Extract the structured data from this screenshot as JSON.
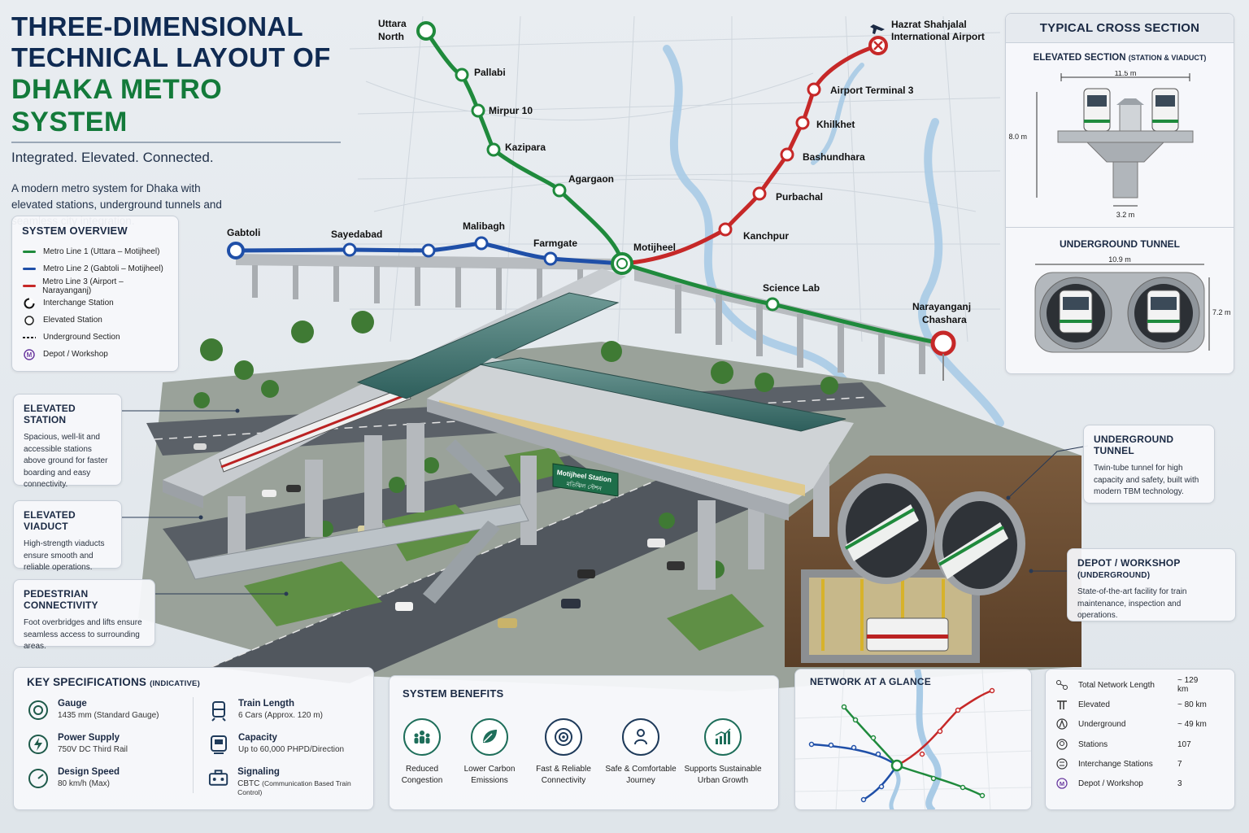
{
  "title": {
    "line1": "THREE-DIMENSIONAL",
    "line2": "TECHNICAL LAYOUT OF",
    "line3": "DHAKA METRO SYSTEM",
    "tagline": "Integrated. Elevated. Connected.",
    "description": "A modern metro system for Dhaka with elevated stations, underground tunnels and seamless city integration."
  },
  "stations": {
    "uttara": "Uttara",
    "uttara2": "North",
    "pallabi": "Pallabi",
    "mirpur10": "Mirpur 10",
    "kazipara": "Kazipara",
    "agargaon": "Agargaon",
    "gabtoli": "Gabtoli",
    "sayedabad": "Sayedabad",
    "malibagh": "Malibagh",
    "farmgate": "Farmgate",
    "motijheel": "Motijheel",
    "airport1": "Hazrat Shahjalal",
    "airport2": "International Airport",
    "terminal3": "Airport Terminal 3",
    "khilkhet": "Khilkhet",
    "bashundhara": "Bashundhara",
    "purbachal": "Purbachal",
    "kanchpur": "Kanchpur",
    "sciencelab": "Science Lab",
    "narayanganj1": "Narayanganj",
    "narayanganj2": "Chashara"
  },
  "station_sign": {
    "line1": "Motijheel Station",
    "line2": "মতিঝিল স্টেশন"
  },
  "system_overview": {
    "title": "SYSTEM OVERVIEW",
    "items": [
      {
        "label": "Metro Line 1 (Uttara – Motijheel)",
        "color": "#1f8a3c"
      },
      {
        "label": "Metro Line 2 (Gabtoli – Motijheel)",
        "color": "#1f4fa8"
      },
      {
        "label": "Metro Line 3 (Airport – Narayanganj)",
        "color": "#c62828"
      },
      {
        "label": "Interchange Station"
      },
      {
        "label": "Elevated Station"
      },
      {
        "label": "Underground Section"
      },
      {
        "label": "Depot / Workshop"
      }
    ]
  },
  "callouts": {
    "elevated_station": {
      "title": "ELEVATED STATION",
      "text": "Spacious, well-lit and accessible stations above ground for faster boarding and easy connectivity."
    },
    "elevated_viaduct": {
      "title": "ELEVATED VIADUCT",
      "text": "High-strength viaducts ensure smooth and reliable operations."
    },
    "pedestrian": {
      "title": "PEDESTRIAN CONNECTIVITY",
      "text": "Foot overbridges and lifts ensure seamless access to surrounding areas."
    },
    "underground_tunnel": {
      "title": "UNDERGROUND TUNNEL",
      "text": "Twin-tube tunnel for high capacity and safety, built with modern TBM technology."
    },
    "depot": {
      "title": "DEPOT / WORKSHOP",
      "title_note": "(UNDERGROUND)",
      "text": "State-of-the-art facility for train maintenance, inspection and operations."
    }
  },
  "cross_section": {
    "title": "TYPICAL CROSS SECTION",
    "elevated_title": "ELEVATED SECTION",
    "elevated_note": "(STATION & VIADUCT)",
    "elevated_width": "11.5 m",
    "elevated_height": "8.0 m",
    "elevated_pier": "3.2 m",
    "tunnel_title": "UNDERGROUND TUNNEL",
    "tunnel_width": "10.9 m",
    "tunnel_height": "7.2 m"
  },
  "key_specs": {
    "title": "KEY SPECIFICATIONS",
    "title_note": "(INDICATIVE)",
    "items": [
      {
        "label": "Gauge",
        "value": "1435 mm (Standard Gauge)",
        "icon": "gauge-icon"
      },
      {
        "label": "Power Supply",
        "value": "750V DC Third Rail",
        "icon": "lightning-icon"
      },
      {
        "label": "Design Speed",
        "value": "80 km/h (Max)",
        "icon": "speed-icon"
      },
      {
        "label": "Train Length",
        "value": "6 Cars (Approx.  120 m)",
        "icon": "train-icon"
      },
      {
        "label": "Capacity",
        "value": "Up to 60,000 PHPD/Direction",
        "icon": "capacity-icon"
      },
      {
        "label": "Signaling",
        "value": "CBTC",
        "value_note": "(Communication Based Train Control)",
        "icon": "signal-icon"
      }
    ]
  },
  "benefits": {
    "title": "SYSTEM BENEFITS",
    "items": [
      {
        "line1": "Reduced",
        "line2": "Congestion",
        "icon": "people-icon"
      },
      {
        "line1": "Lower Carbon",
        "line2": "Emissions",
        "icon": "leaf-icon"
      },
      {
        "line1": "Fast & Reliable",
        "line2": "Connectivity",
        "icon": "target-icon"
      },
      {
        "line1": "Safe & Comfortable",
        "line2": "Journey",
        "icon": "passenger-icon"
      },
      {
        "line1": "Supports Sustainable",
        "line2": "Urban Growth",
        "icon": "growth-icon"
      }
    ]
  },
  "network": {
    "title": "NETWORK AT A GLANCE"
  },
  "stats": {
    "items": [
      {
        "label": "Total Network Length",
        "value": "~ 129 km"
      },
      {
        "label": "Elevated",
        "value": "~ 80 km"
      },
      {
        "label": "Underground",
        "value": "~ 49 km"
      },
      {
        "label": "Stations",
        "value": "107"
      },
      {
        "label": "Interchange Stations",
        "value": "7"
      },
      {
        "label": "Depot / Workshop",
        "value": "3"
      }
    ]
  },
  "colors": {
    "line1": "#1f8a3c",
    "line2": "#1f4fa8",
    "line3": "#c62828",
    "navy": "#0f2a52"
  }
}
